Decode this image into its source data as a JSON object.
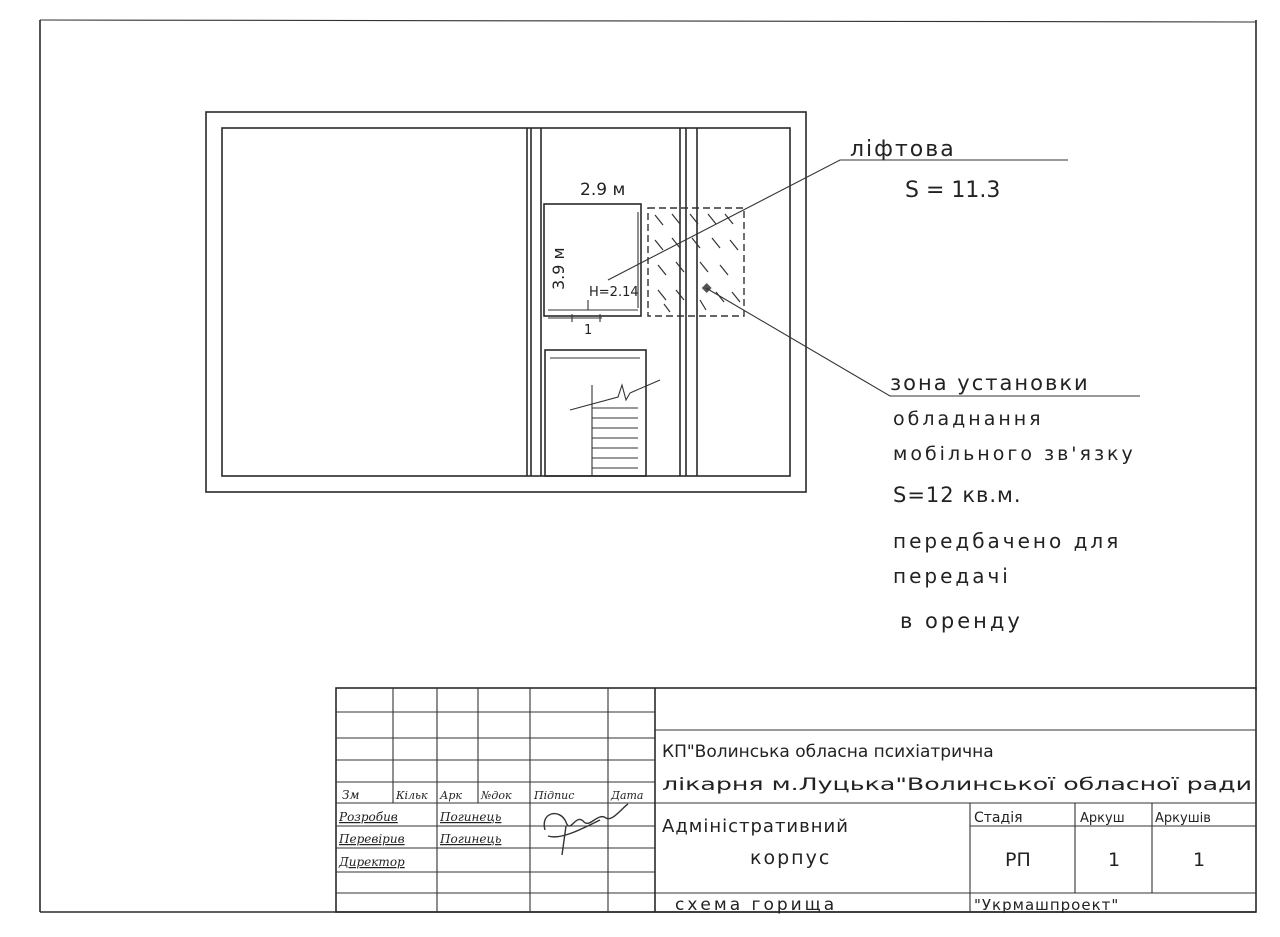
{
  "plan": {
    "elevator_width": "2.9 м",
    "elevator_length": "3.9 м",
    "door_height": "H=2.14",
    "door_mark": "1"
  },
  "annotations": {
    "elevator_room_label": "ліфтова",
    "elevator_room_area": "S = 11.3",
    "zone_title": "зона установки",
    "zone_line2": "обладнання",
    "zone_line3": "мобільного зв'язку",
    "zone_area": "S=12 кв.м.",
    "zone_line5": "передбачено для",
    "zone_line6": "передачі",
    "zone_line7": "в оренду"
  },
  "title_block": {
    "headers": [
      "Зм",
      "Кільк",
      "Арк",
      "№док",
      "Підпис",
      "Дата"
    ],
    "roles": [
      {
        "role": "Розробив",
        "name": "Погинець"
      },
      {
        "role": "Перевірив",
        "name": "Погинець"
      },
      {
        "role": "Директор",
        "name": ""
      }
    ],
    "organization_line1": "КП\"Волинська обласна психіатрична",
    "organization_line2": "лікарня м.Луцька\"Волинської обласної ради",
    "object_line1": "Адміністративний",
    "object_line2": "корпус",
    "stage_header": "Стадія",
    "sheet_header": "Аркуш",
    "sheets_header": "Аркушів",
    "stage_value": "РП",
    "sheet_value": "1",
    "sheets_value": "1",
    "drawing_name": "схема горища",
    "company": "\"Укрмашпроект\""
  }
}
